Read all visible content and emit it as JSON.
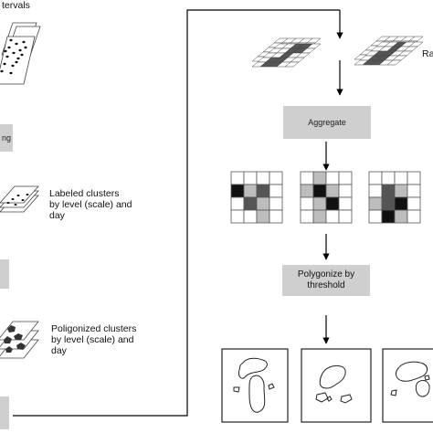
{
  "left_column": {
    "intervals_label": "tervals",
    "grouping_box_label": "ng",
    "labeled_clusters_text": [
      "Labeled clusters",
      "by level (scale) and",
      "day"
    ],
    "polygonized_clusters_text": [
      "Poligonized clusters",
      "by level (scale) and",
      "day"
    ]
  },
  "right_column": {
    "raster_label": "Ra",
    "aggregate_box_label": "Aggregate",
    "polygonize_box_text": [
      "Polygonize by",
      "threshold"
    ]
  },
  "colors": {
    "box_fill": "#cfcfcf",
    "cell_black": "#111111",
    "cell_dark": "#555555",
    "cell_light": "#bdbdbd",
    "line": "#000000"
  }
}
